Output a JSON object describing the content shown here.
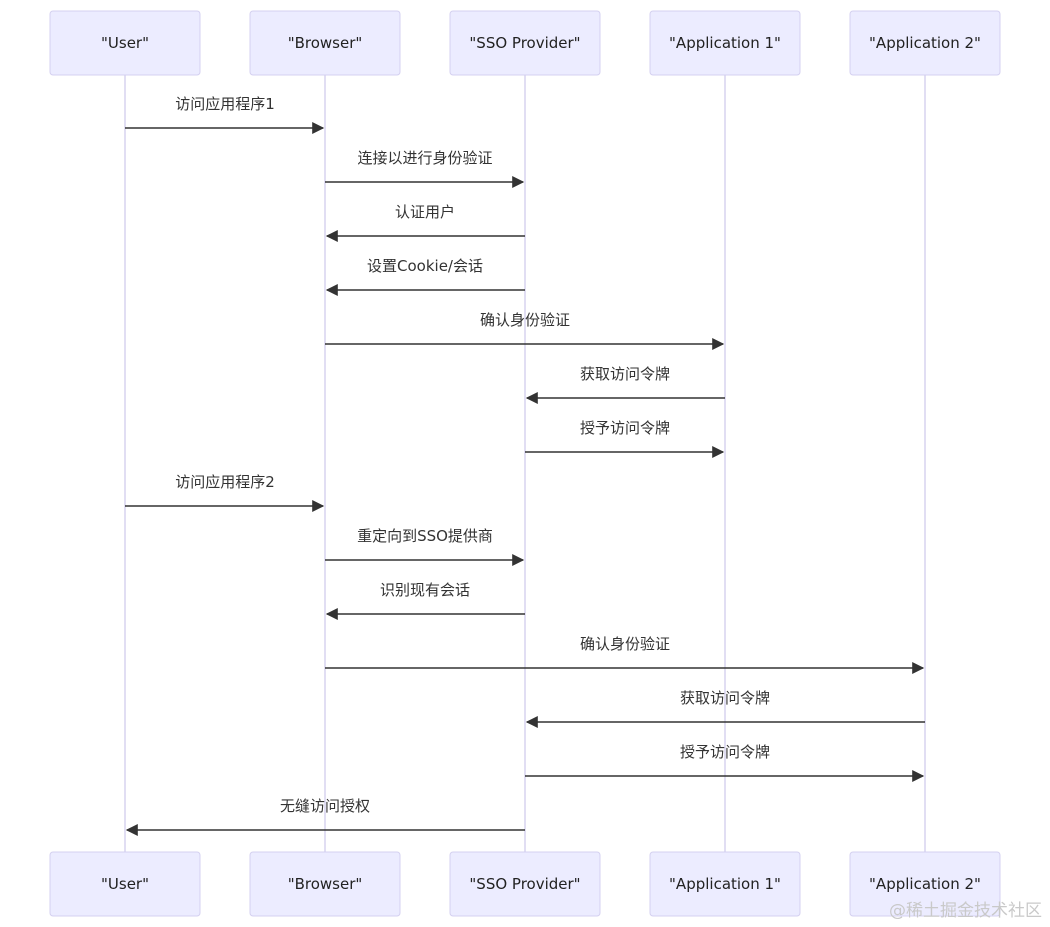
{
  "actors": [
    {
      "id": "user",
      "label": "\"User\""
    },
    {
      "id": "browser",
      "label": "\"Browser\""
    },
    {
      "id": "sso",
      "label": "\"SSO Provider\""
    },
    {
      "id": "app1",
      "label": "\"Application 1\""
    },
    {
      "id": "app2",
      "label": "\"Application 2\""
    }
  ],
  "messages": [
    {
      "from": "user",
      "to": "browser",
      "text": "访问应用程序1"
    },
    {
      "from": "browser",
      "to": "sso",
      "text": "连接以进行身份验证"
    },
    {
      "from": "sso",
      "to": "browser",
      "text": "认证用户"
    },
    {
      "from": "sso",
      "to": "browser",
      "text": "设置Cookie/会话"
    },
    {
      "from": "browser",
      "to": "app1",
      "text": "确认身份验证"
    },
    {
      "from": "app1",
      "to": "sso",
      "text": "获取访问令牌"
    },
    {
      "from": "sso",
      "to": "app1",
      "text": "授予访问令牌"
    },
    {
      "from": "user",
      "to": "browser",
      "text": "访问应用程序2"
    },
    {
      "from": "browser",
      "to": "sso",
      "text": "重定向到SSO提供商"
    },
    {
      "from": "sso",
      "to": "browser",
      "text": "识别现有会话"
    },
    {
      "from": "browser",
      "to": "app2",
      "text": "确认身份验证"
    },
    {
      "from": "app2",
      "to": "sso",
      "text": "获取访问令牌"
    },
    {
      "from": "sso",
      "to": "app2",
      "text": "授予访问令牌"
    },
    {
      "from": "sso",
      "to": "user",
      "text": "无缝访问授权"
    }
  ],
  "watermark": "@稀土掘金技术社区",
  "colors": {
    "actor_fill": "#ececff",
    "actor_stroke": "#d4d0f0",
    "lifeline": "#d7d4ef",
    "arrow": "#333333"
  }
}
